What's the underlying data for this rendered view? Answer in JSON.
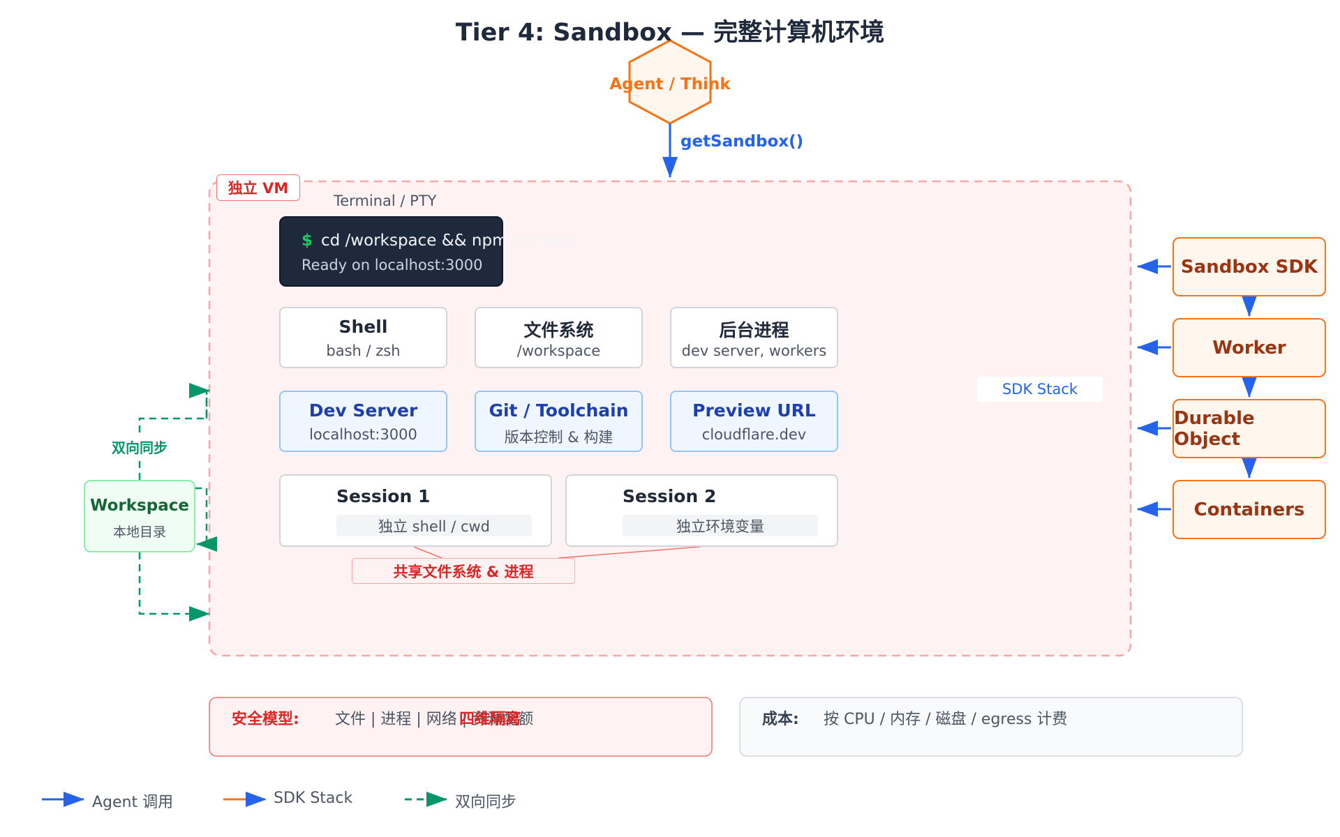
{
  "title": "Tier 4: Sandbox — 完整计算机环境",
  "agent": {
    "label": "Agent / Think",
    "call_label": "getSandbox()"
  },
  "vm": {
    "label": "独立 VM",
    "terminal": {
      "caption": "Terminal / PTY",
      "prompt": "$",
      "command": "cd /workspace && npm run dev",
      "output": "Ready on localhost:3000"
    },
    "cards": [
      {
        "title": "Shell",
        "sub": "bash / zsh"
      },
      {
        "title": "文件系统",
        "sub": "/workspace"
      },
      {
        "title": "后台进程",
        "sub": "dev server, workers"
      }
    ],
    "blue_cards": [
      {
        "title": "Dev Server",
        "sub": "localhost:3000"
      },
      {
        "title": "Git / Toolchain",
        "sub": "版本控制 & 构建"
      },
      {
        "title": "Preview URL",
        "sub": "cloudflare.dev"
      }
    ],
    "sessions": [
      {
        "title": "Session 1",
        "sub": "独立 shell / cwd"
      },
      {
        "title": "Session 2",
        "sub": "独立环境变量"
      }
    ],
    "shared_label": "共享文件系统 & 进程",
    "sdk_stack_label": "SDK Stack"
  },
  "sdk_stack": [
    "Sandbox SDK",
    "Worker",
    "Durable Object",
    "Containers"
  ],
  "workspace": {
    "title": "Workspace",
    "sub": "本地目录",
    "sync_label": "双向同步"
  },
  "security": {
    "label": "安全模型:",
    "items": "文件 | 进程 | 网络 | 资源配额",
    "highlight": "四维隔离"
  },
  "cost": {
    "label": "成本:",
    "text": "按 CPU / 内存 / 磁盘 / egress 计费"
  },
  "legend": [
    {
      "label": "Agent 调用",
      "color": "#2563eb"
    },
    {
      "label": "SDK Stack",
      "color": "#f97316"
    },
    {
      "label": "双向同步",
      "color": "#059669"
    }
  ],
  "colors": {
    "agent_blue": "#2563eb",
    "sdk_orange": "#f97316",
    "sync_green": "#059669",
    "vm_red": "#dc2626",
    "vm_fill": "#fef2f2"
  }
}
